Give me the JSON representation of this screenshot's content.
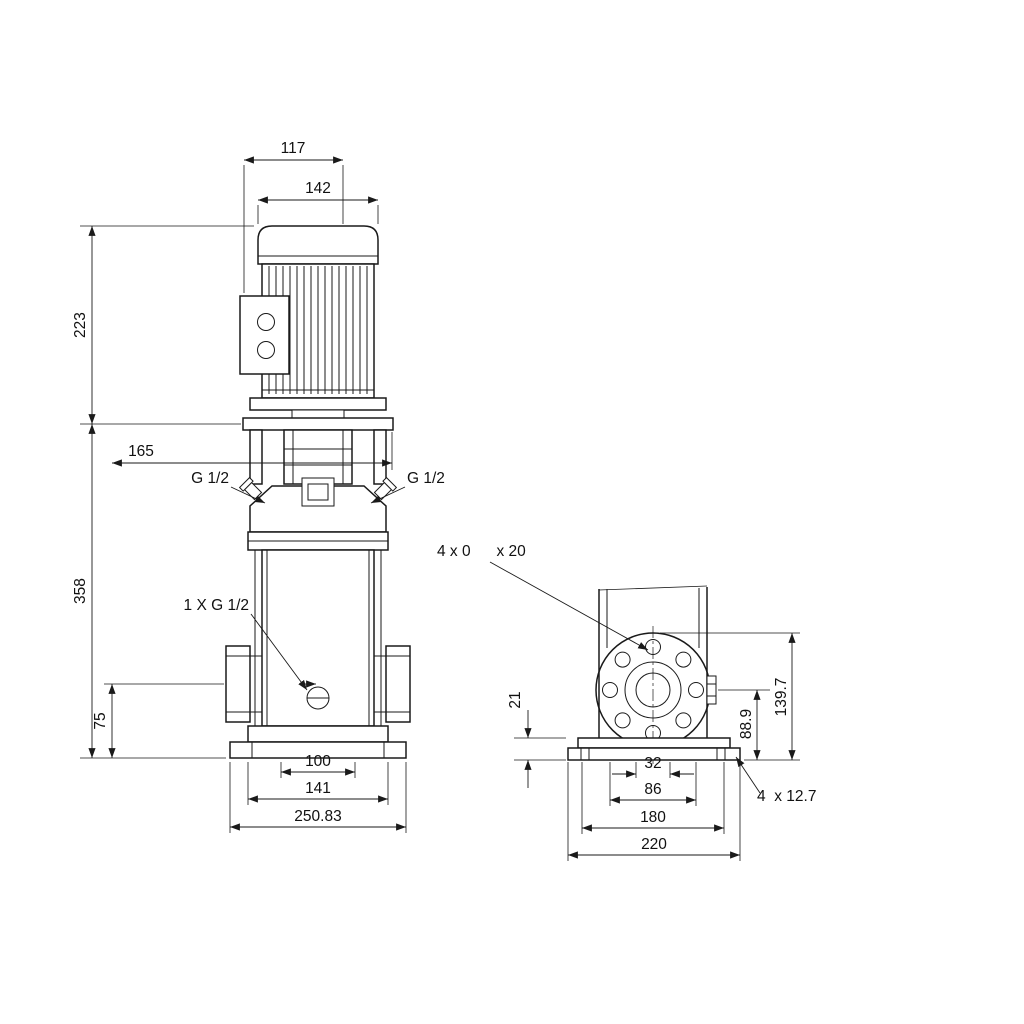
{
  "front": {
    "dim_117": "117",
    "dim_142": "142",
    "dim_223": "223",
    "dim_165": "165",
    "port_left_label": "G 1/2",
    "port_right_label": "G 1/2",
    "dim_358": "358",
    "drain_callout": "1 X G 1/2",
    "dim_75": "75",
    "dim_100": "100",
    "dim_141": "141",
    "dim_base_width": "250.83"
  },
  "side": {
    "bolt_callout": "4 x 0      x 20",
    "dim_21": "21",
    "dim_88_9": "88.9",
    "dim_139_7": "139.7",
    "dim_32": "32",
    "dim_86": "86",
    "dim_180": "180",
    "dim_220": "220",
    "base_hole_callout": "4  x 12.7"
  }
}
